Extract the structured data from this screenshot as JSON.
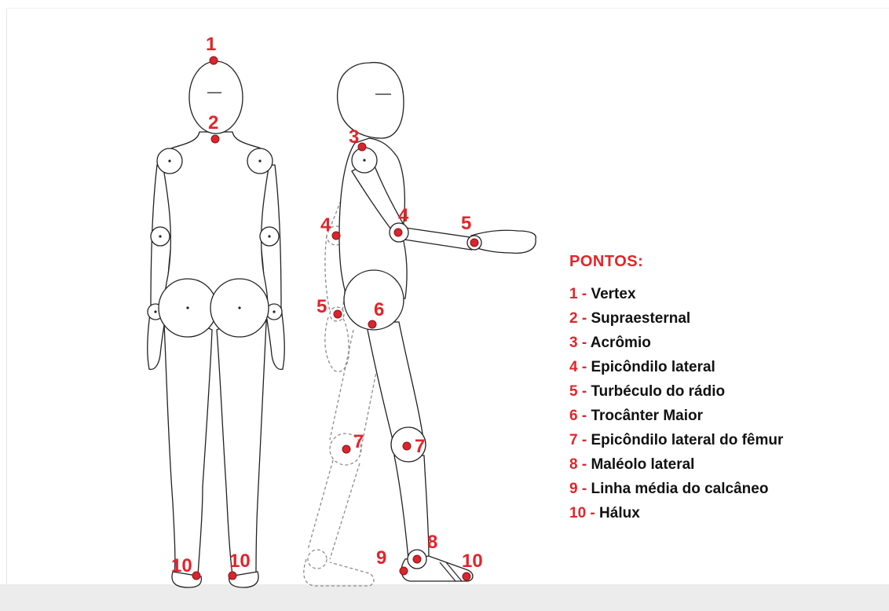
{
  "legend": {
    "title": "PONTOS:",
    "items": [
      {
        "num": "1",
        "label": "Vertex"
      },
      {
        "num": "2",
        "label": "Supraesternal"
      },
      {
        "num": "3",
        "label": "Acrômio"
      },
      {
        "num": "4",
        "label": "Epicôndilo lateral"
      },
      {
        "num": "5",
        "label": "Turbéculo do rádio"
      },
      {
        "num": "6",
        "label": "Trocânter Maior"
      },
      {
        "num": "7",
        "label": "Epicôndilo lateral do fêmur"
      },
      {
        "num": "8",
        "label": "Maléolo lateral"
      },
      {
        "num": "9",
        "label": "Linha média do calcâneo"
      },
      {
        "num": "10",
        "label": "Hálux"
      }
    ]
  },
  "figure_labels": {
    "front": {
      "vertex": "1",
      "suprasternal": "2",
      "hallux_left": "10",
      "hallux_right": "10"
    },
    "side": {
      "acromion": "3",
      "lateral_epicondyle_hanging": "4",
      "radial_tubercle_hanging": "5",
      "greater_trochanter": "6",
      "femur_epicondyle_ghost": "7",
      "femur_epicondyle": "7",
      "lateral_epicondyle_raised": "4",
      "radial_tubercle_raised": "5",
      "lateral_malleolus": "8",
      "heel_midline": "9",
      "hallux": "10"
    }
  },
  "colors": {
    "accent": "#e3242b",
    "point": "#d7262e",
    "line": "#222222",
    "ghost": "#8c8c8c",
    "footer": "#ececec"
  }
}
